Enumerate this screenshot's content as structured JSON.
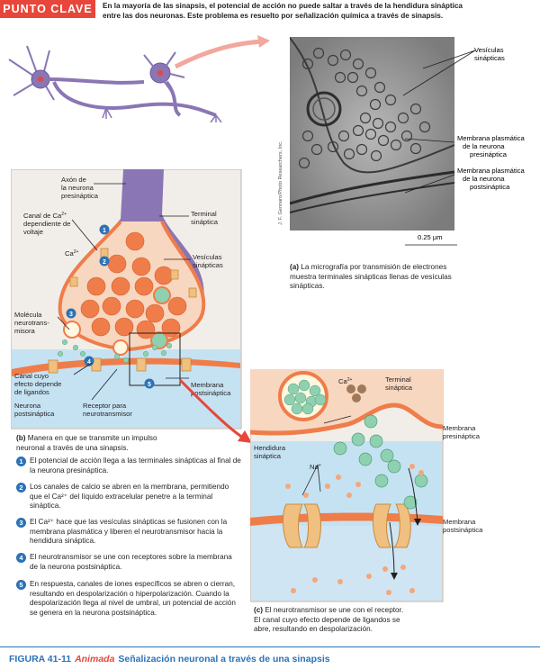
{
  "key_concept": {
    "badge": "PUNTO CLAVE",
    "line1": "En la mayoría de las sinapsis, el potencial de acción no puede saltar a través de la hendidura sináptica",
    "line2": "entre las dos neuronas. Este problema es resuelto por señalización química a través de sinapsis."
  },
  "panel_a": {
    "labels": {
      "vesicles": [
        "Vesículas",
        "sinápticas"
      ],
      "pre_membrane": [
        "Membrana plasmática",
        "de la neurona",
        "presináptica"
      ],
      "post_membrane": [
        "Membrana plasmática",
        "de la neurona",
        "postsináptica"
      ]
    },
    "scale": "0.25 µm",
    "credit": "J. F. Gennaro/Photo Researchers, Inc.",
    "caption_letter": "(a)",
    "caption": [
      "La micrografía por transmisión de electrones",
      "muestra terminales sinápticas llenas de vesículas",
      "sinápticas."
    ]
  },
  "panel_b": {
    "labels": {
      "axon": [
        "Axón de",
        "la neurona",
        "presináptica"
      ],
      "ca_channel": [
        "Canal de Ca",
        "dependiente de",
        "voltaje"
      ],
      "ca_sup": "2+",
      "ca_ion": "Ca",
      "terminal": [
        "Terminal",
        "sináptica"
      ],
      "vesicles": [
        "Vesículas",
        "sinápticas"
      ],
      "neurotransmitter": [
        "Molécula",
        "neurotrans-",
        "misora"
      ],
      "ligand_channel": [
        "Canal cuyo",
        "efecto depende",
        "de ligandos"
      ],
      "post_membrane": [
        "Membrana",
        "postsináptica"
      ],
      "post_neuron": [
        "Neurona",
        "postsináptica"
      ],
      "receptor": [
        "Receptor para",
        "neurotransmisor"
      ],
      "num_1": "1",
      "num_2": "2",
      "num_3": "3",
      "num_4": "4",
      "num_5": "5"
    },
    "caption_letter": "(b)",
    "caption": [
      "Manera en que se transmite un impulso",
      "neuronal a través de una sinapsis."
    ],
    "steps": [
      {
        "n": "1",
        "text": "El potencial de acción llega a las terminales sinápticas al final de la neurona presináptica."
      },
      {
        "n": "2",
        "text": "Los canales de calcio se abren en la membrana, permitiendo que el Ca²⁺ del líquido extracelular penetre a la terminal sináptica."
      },
      {
        "n": "3",
        "text": "El Ca²⁺ hace que las vesículas sinápticas se fusionen con la membrana plasmática y liberen el neurotransmisor hacia la hendidura sináptica."
      },
      {
        "n": "4",
        "text": "El neurotransmisor se une con receptores sobre la membrana de la neurona postsináptica."
      },
      {
        "n": "5",
        "text": "En respuesta, canales de iones específicos se abren o cierran, resultando en despolarización o hiperpolarización. Cuando la despolarización llega al nivel de umbral, un potencial de acción se genera en la neurona postsináptica."
      }
    ]
  },
  "panel_c": {
    "labels": {
      "ca": "Ca",
      "ca_sup": "2+",
      "terminal": [
        "Terminal",
        "sináptica"
      ],
      "pre_membrane": [
        "Membrana",
        "presináptica"
      ],
      "cleft": [
        "Hendidura",
        "sináptica"
      ],
      "na": "Na",
      "na_sup": "+",
      "post_membrane": [
        "Membrana",
        "postsináptica"
      ]
    },
    "caption_letter": "(c)",
    "caption": [
      "El neurotransmisor se une con el receptor.",
      "El canal cuyo efecto depende de ligandos se",
      "abre, resultando en despolarización."
    ]
  },
  "figure": {
    "number": "FIGURA 41-11",
    "tag": "Animada",
    "title": "Señalización neuronal a través de una sinapsis"
  },
  "colors": {
    "accent_red": "#e8463a",
    "accent_blue": "#2c72b7",
    "neuron_purple": "#8a76b4",
    "membrane_orange": "#ef7d4a",
    "cleft_blue": "#c5e2f2",
    "vesicle_green": "#8fd0b0"
  }
}
